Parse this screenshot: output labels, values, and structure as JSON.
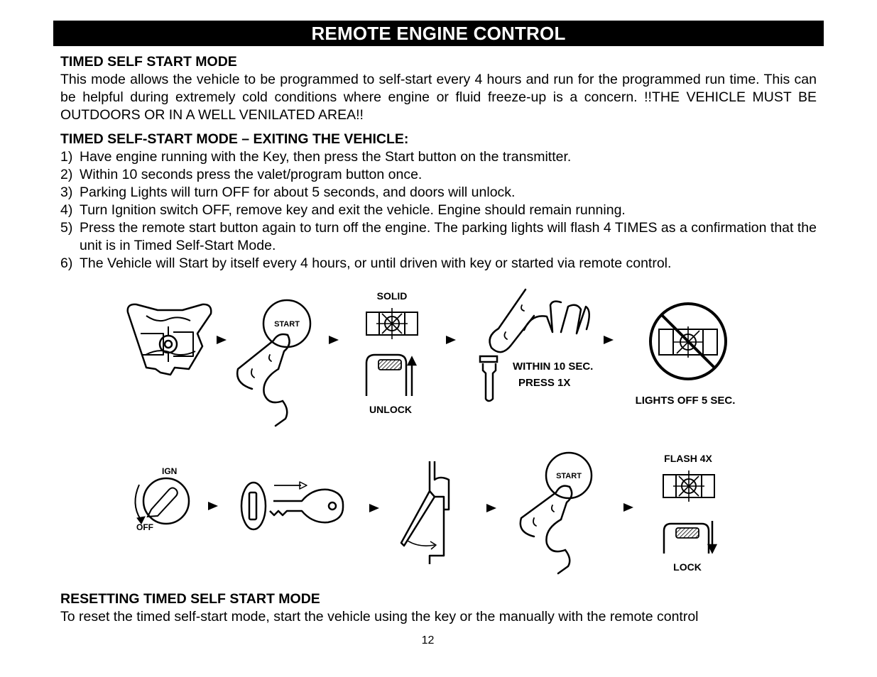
{
  "header": {
    "title": "REMOTE ENGINE CONTROL"
  },
  "intro": {
    "heading": "TIMED SELF START MODE",
    "body": "This mode allows the vehicle to be programmed to self-start every 4 hours and run for the programmed run time. This can be helpful during extremely cold conditions where engine or fluid freeze-up is a concern.  !!THE VEHICLE MUST BE OUTDOORS OR IN A WELL VENILATED AREA!!"
  },
  "exit": {
    "heading": "TIMED SELF-START MODE – EXITING THE VEHICLE:",
    "steps": [
      {
        "num": "1)",
        "text": "Have engine running with the Key, then press the Start button on the transmitter."
      },
      {
        "num": "2)",
        "text": "Within 10 seconds press the valet/program button once."
      },
      {
        "num": "3)",
        "text": "Parking Lights will turn OFF for about 5 seconds, and doors will unlock."
      },
      {
        "num": "4)",
        "text": "Turn Ignition switch OFF, remove key and exit the vehicle. Engine should remain running."
      },
      {
        "num": "5)",
        "text": "Press the remote start button again to turn off the engine.  The parking lights will flash 4 TIMES as a confirmation that the unit is in Timed Self-Start Mode."
      },
      {
        "num": "6)",
        "text": "The Vehicle will Start by itself every 4 hours, or until driven with key or started via remote control."
      }
    ]
  },
  "diagram": {
    "row1": {
      "start_label": "START",
      "solid_label": "SOLID",
      "unlock_label": "UNLOCK",
      "within_label": "WITHIN 10 SEC.",
      "press_label": "PRESS 1X",
      "lights_off_label": "LIGHTS OFF 5 SEC."
    },
    "row2": {
      "ign_label": "IGN",
      "off_label": "OFF",
      "start_label": "START",
      "flash_label": "FLASH 4X",
      "lock_label": "LOCK"
    }
  },
  "reset": {
    "heading": "RESETTING TIMED SELF START MODE",
    "body": "To reset the timed self-start mode, start the vehicle using the key or the manually with the remote control"
  },
  "footer": {
    "page_number": "12"
  }
}
